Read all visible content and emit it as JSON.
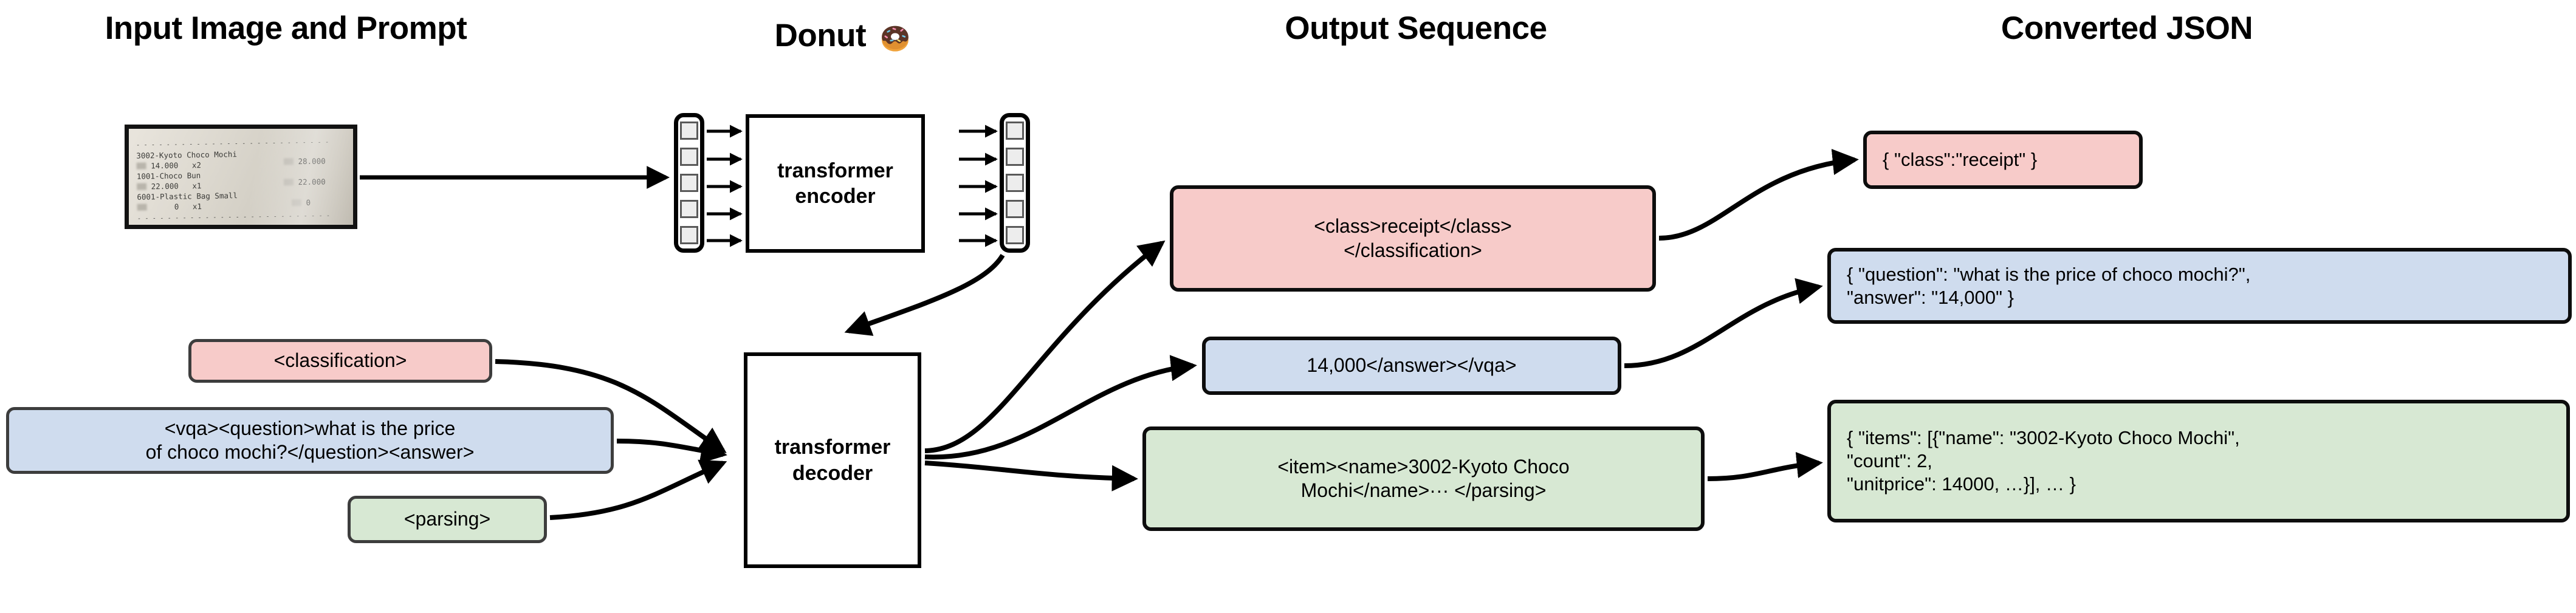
{
  "columns": [
    {
      "id": "input",
      "title": "Input Image and Prompt"
    },
    {
      "id": "donut",
      "title": "Donut"
    },
    {
      "id": "output",
      "title": "Output Sequence"
    },
    {
      "id": "json",
      "title": "Converted JSON"
    }
  ],
  "donut_icon": "donut-emoji",
  "receipt": {
    "separator_top": "- - - - - - - - - - - - - - - - - - - - - - - - - -",
    "separator_bottom": "- - - - - - - - - - - - - - - - - - - - - - - - - -",
    "lines": [
      {
        "name": "3002-Kyoto Choco Mochi",
        "price": "14.000",
        "qty": "x2",
        "total": "28.000"
      },
      {
        "name": "1001-Choco Bun",
        "price": "22.000",
        "qty": "x1",
        "total": "22.000"
      },
      {
        "name": "6001-Plastic Bag Small",
        "price": "0",
        "qty": "x1",
        "total": "0"
      }
    ]
  },
  "encoder": {
    "label": "transformer\nencoder",
    "input_tokens": 5,
    "output_tokens": 5
  },
  "decoder": {
    "label": "transformer\ndecoder"
  },
  "prompts": [
    {
      "id": "classification",
      "text": "<classification>",
      "color": "pink"
    },
    {
      "id": "vqa",
      "text": "<vqa><question>what is the price\nof choco mochi?</question><answer>",
      "color": "blue"
    },
    {
      "id": "parsing",
      "text": "<parsing>",
      "color": "green"
    }
  ],
  "outputs": [
    {
      "id": "class-out",
      "text": "<class>receipt</class>\n</classification>",
      "color": "pink"
    },
    {
      "id": "answer-out",
      "text": "14,000</answer></vqa>",
      "color": "blue"
    },
    {
      "id": "parsing-out",
      "text": "<item><name>3002-Kyoto Choco\nMochi</name>··· </parsing>",
      "color": "green"
    }
  ],
  "json_results": [
    {
      "id": "json-class",
      "text": "{ \"class\":\"receipt\" }",
      "color": "pink"
    },
    {
      "id": "json-vqa",
      "text": "{ \"question\": \"what is the price of choco mochi?\",\n    \"answer\": \"14,000\" }",
      "color": "blue"
    },
    {
      "id": "json-parsing",
      "text": "{ \"items\": [{\"name\": \"3002-Kyoto Choco Mochi\",\n      \"count\": 2,\n      \"unitprice\": 14000, …}], … }",
      "color": "green"
    }
  ],
  "colors": {
    "pink": "#f7cbc9",
    "blue": "#cfdcee",
    "green": "#d7e8d3",
    "node_border": "#3d3d3d",
    "box_border": "#000000",
    "token_fill": "#ededed",
    "token_border": "#595959",
    "arrow": "#000000",
    "background": "#ffffff"
  }
}
